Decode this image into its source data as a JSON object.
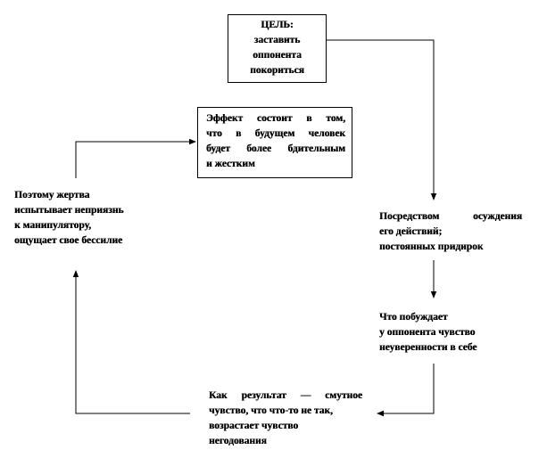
{
  "diagram": {
    "nodes": {
      "goal": {
        "lines": [
          "ЦЕЛЬ:",
          "заставить",
          "оппонента",
          "покориться"
        ]
      },
      "condemnation": {
        "lines": [
          "Посредством осуждения",
          "его действий;",
          "постоянных придирок"
        ]
      },
      "doubt": {
        "lines": [
          "Что побуждает",
          "у оппонента чувство",
          "неуверенности в себе"
        ]
      },
      "result": {
        "lines": [
          "Как результат — смутное",
          "чувство, что что-то не так,",
          "возрастает чувство",
          "негодования"
        ]
      },
      "victim": {
        "lines": [
          "Поэтому жертва",
          "испытывает неприязнь",
          "к манипулятору,",
          "ощущает свое бессилие"
        ]
      },
      "effect": {
        "lines": [
          "Эффект состоит в том,",
          "что в будущем человек",
          "будет более бдительным",
          "и жестким"
        ]
      }
    },
    "edges": [
      {
        "from": "goal",
        "to": "condemnation"
      },
      {
        "from": "condemnation",
        "to": "doubt"
      },
      {
        "from": "doubt",
        "to": "result"
      },
      {
        "from": "result",
        "to": "victim"
      },
      {
        "from": "victim",
        "to": "effect"
      }
    ]
  }
}
